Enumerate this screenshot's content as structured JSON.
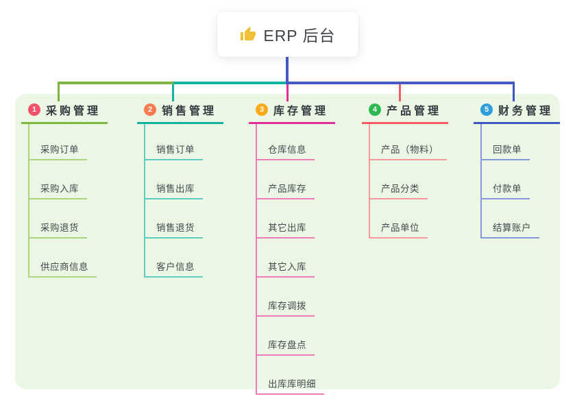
{
  "root": {
    "title": "ERP 后台",
    "icon": "thumbs-up",
    "icon_color": "#F2C037",
    "stem_color": "#4459C6"
  },
  "canvas": {
    "background": "#FFFFFF",
    "panel_color": "#EBF6E4"
  },
  "bus_segments": [
    {
      "color": "#7CB53F"
    },
    {
      "color": "#12B1A1"
    },
    {
      "color": "#4459C6"
    }
  ],
  "branches": [
    {
      "number": "1",
      "label": "采购管理",
      "badge_color": "#F4516C",
      "line_color": "#7CB53F",
      "child_line_color": "#ABD581",
      "children": [
        "采购订单",
        "采购入库",
        "采购退货",
        "供应商信息"
      ]
    },
    {
      "number": "2",
      "label": "销售管理",
      "badge_color": "#F87B50",
      "line_color": "#12B1A1",
      "child_line_color": "#5FCBBF",
      "children": [
        "销售订单",
        "销售出库",
        "销售退货",
        "客户信息"
      ]
    },
    {
      "number": "3",
      "label": "库存管理",
      "badge_color": "#FBA919",
      "line_color": "#E12D96",
      "child_line_color": "#F07CB7",
      "children": [
        "仓库信息",
        "产品库存",
        "其它出库",
        "其它入库",
        "库存调拨",
        "库存盘点",
        "出库库明细"
      ]
    },
    {
      "number": "4",
      "label": "产品管理",
      "badge_color": "#2EB850",
      "line_color": "#F65A64",
      "child_line_color": "#F9999D",
      "children": [
        "产品（物料）",
        "产品分类",
        "产品单位"
      ]
    },
    {
      "number": "5",
      "label": "财务管理",
      "badge_color": "#2D9FDB",
      "line_color": "#3D57C4",
      "child_line_color": "#8498DB",
      "children": [
        "回款单",
        "付款单",
        "结算账户"
      ]
    }
  ]
}
